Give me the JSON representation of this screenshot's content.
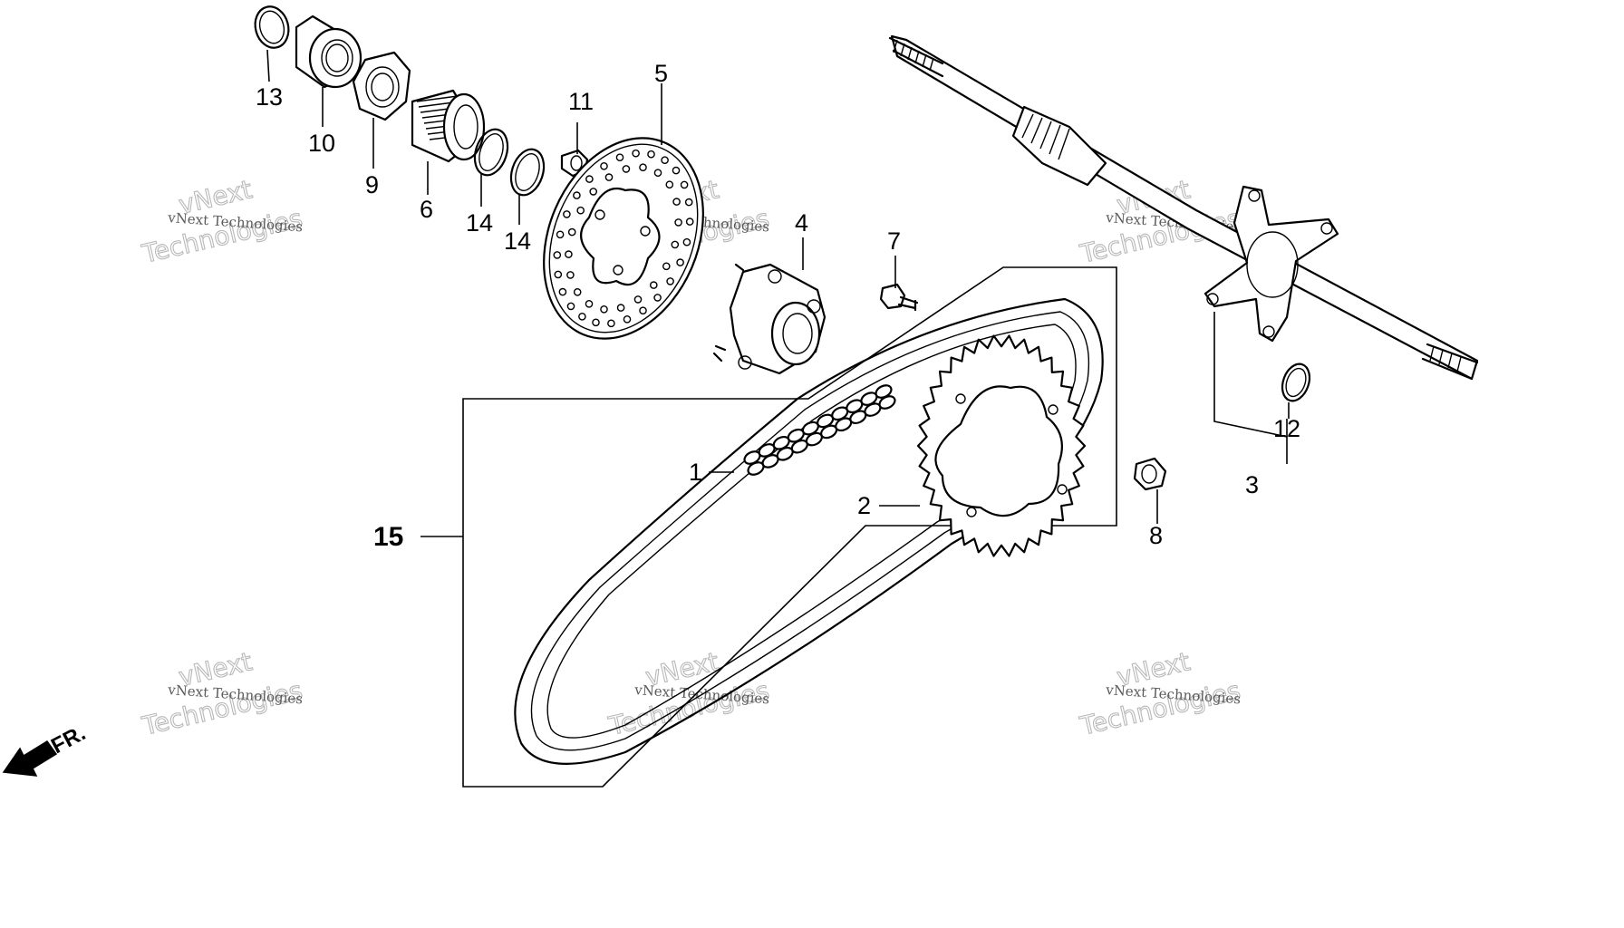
{
  "callouts": {
    "c1": "1",
    "c2": "2",
    "c3": "3",
    "c4": "4",
    "c5": "5",
    "c6": "6",
    "c7": "7",
    "c8": "8",
    "c9": "9",
    "c10": "10",
    "c11": "11",
    "c12": "12",
    "c13": "13",
    "c14a": "14",
    "c14b": "14",
    "c15": "15"
  },
  "watermark": {
    "line1": "vNext Technologies",
    "line2": "vNext",
    "line3": "Technologies"
  },
  "direction": {
    "label": "FR.",
    "icon": "front-direction-arrow-icon"
  }
}
